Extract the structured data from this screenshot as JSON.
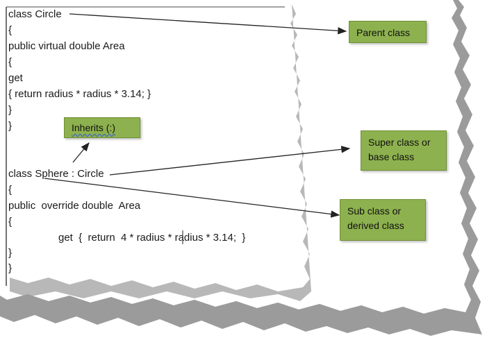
{
  "code_lines": [
    "class Circle",
    "{",
    "public virtual double Area",
    "{",
    "get",
    "{ return radius * radius * 3.14; }",
    "}",
    "}",
    "class Sphere : Circle",
    "{",
    "public  override double  Area",
    "{",
    "get  {  return  4 * radius * radius * 3.14;  }",
    "}",
    "}"
  ],
  "labels": {
    "parent_class": "Parent class",
    "inherits": "Inherits (:)",
    "super_class_line1": "Super class or",
    "super_class_line2": "base class",
    "sub_class_line1": "Sub class or",
    "sub_class_line2": "derived class"
  },
  "colors": {
    "label_fill": "#8db14e",
    "page_shadow": "#8a8a8a",
    "arrow": "#222222"
  }
}
